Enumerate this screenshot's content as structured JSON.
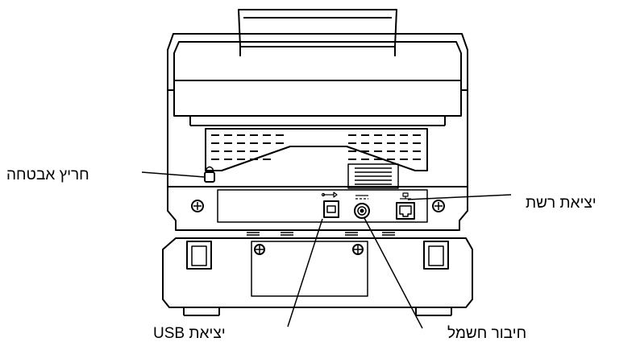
{
  "labels": {
    "security_slot": "חריץ אבטחה",
    "network_port": "יציאת רשת",
    "usb_port": "יציאת USB",
    "power_connector": "חיבור חשמל"
  },
  "icons": {
    "usb": "usb-symbol-icon",
    "power": "dc-power-symbol-icon",
    "network": "network-symbol-icon",
    "lock": "kensington-lock-icon"
  },
  "colors": {
    "line": "#000000",
    "background": "#ffffff"
  }
}
